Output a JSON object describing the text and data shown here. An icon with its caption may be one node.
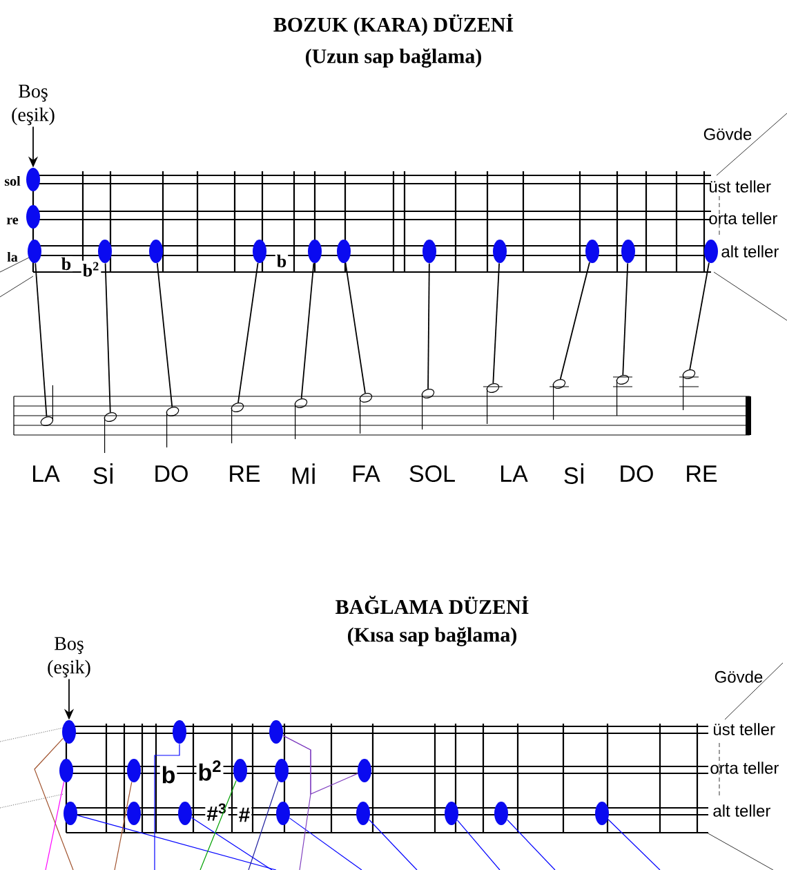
{
  "diagram": {
    "title": "BOZUK (KARA) DÜZENİ",
    "nodes": [
      {
        "text": [
          "Boş (eşik)"
        ]
      },
      {
        "text": [],
        "shape": "circle"
      },
      {
        "text": [],
        "shape": "circle"
      },
      {
        "text": [],
        "shape": "circle"
      },
      {
        "text": [],
        "shape": "circle"
      },
      {
        "text": [],
        "shape": "circle"
      },
      {
        "text": [],
        "shape": "circle"
      },
      {
        "text": [],
        "shape": "circle"
      },
      {
        "text": [],
        "shape": "circle"
      },
      {
        "text": [],
        "shape": "circle"
      },
      {
        "text": [],
        "shape": "circle"
      },
      {
        "text": [],
        "shape": "circle"
      },
      {
        "text": [],
        "shape": "circle"
      },
      {
        "text": [],
        "shape": "circle"
      },
      {
        "text": [],
        "shape": "circle",
        "beside": [
          "LA"
        ]
      },
      {
        "text": [],
        "shape": "circle",
        "beside": [
          "Sİ"
        ]
      },
      {
        "text": [],
        "shape": "circle",
        "beside": [
          "DO"
        ]
      },
      {
        "text": [],
        "shape": "circle",
        "beside": [
          "RE"
        ]
      },
      {
        "text": [],
        "shape": "circle",
        "beside": [
          "Mİ"
        ]
      },
      {
        "text": [],
        "shape": "circle",
        "beside": [
          "FA"
        ]
      },
      {
        "text": [],
        "shape": "circle",
        "beside": [
          "SOL"
        ]
      },
      {
        "text": [],
        "shape": "circle",
        "beside": [
          "LA"
        ]
      },
      {
        "text": [],
        "shape": "circle",
        "beside": [
          "Sİ"
        ]
      },
      {
        "text": [],
        "shape": "circle",
        "beside": [
          "DO"
        ]
      },
      {
        "text": [],
        "shape": "circle",
        "beside": [
          "RE"
        ]
      },
      {
        "text": [
          "Boş (eşik)"
        ]
      },
      {
        "text": [],
        "shape": "circle"
      },
      {
        "text": [],
        "shape": "circle"
      },
      {
        "text": [],
        "shape": "circle"
      },
      {
        "text": [],
        "shape": "circle"
      },
      {
        "text": [],
        "shape": "circle"
      },
      {
        "text": [],
        "shape": "circle"
      },
      {
        "text": [],
        "shape": "circle"
      },
      {
        "text": [],
        "shape": "circle"
      },
      {
        "text": [],
        "shape": "circle"
      },
      {
        "text": [],
        "shape": "circle"
      },
      {
        "text": [],
        "shape": "circle"
      },
      {
        "text": [],
        "shape": "circle"
      },
      {
        "text": [],
        "shape": "circle"
      },
      {
        "text": [],
        "shape": "circle"
      },
      {
        "text": [],
        "shape": "circle"
      },
      {
        "text": [],
        "shape": "circle"
      }
    ],
    "edges": [
      {
        "from": 0,
        "to": 1,
        "arrow": "to"
      },
      {
        "from": 3,
        "to": 14,
        "arrow": "none"
      },
      {
        "from": 4,
        "to": 15,
        "arrow": "none"
      },
      {
        "from": 5,
        "to": 16,
        "arrow": "none"
      },
      {
        "from": 6,
        "to": 17,
        "arrow": "none"
      },
      {
        "from": 7,
        "to": 18,
        "arrow": "none"
      },
      {
        "from": 8,
        "to": 19,
        "arrow": "none"
      },
      {
        "from": 9,
        "to": 20,
        "arrow": "none"
      },
      {
        "from": 10,
        "to": 21,
        "arrow": "none"
      },
      {
        "from": 11,
        "to": 22,
        "arrow": "none"
      },
      {
        "from": 12,
        "to": 23,
        "arrow": "none"
      },
      {
        "from": 13,
        "to": 24,
        "arrow": "none"
      },
      {
        "from": 25,
        "to": 26,
        "arrow": "to"
      },
      {
        "from": 26,
        "to": null,
        "arrow": "none",
        "color": "#a0522d"
      },
      {
        "from": 29,
        "to": null,
        "arrow": "none",
        "color": "#ff00ff"
      },
      {
        "from": 34,
        "to": null,
        "arrow": "none",
        "color": "#0000ff"
      },
      {
        "from": 30,
        "to": null,
        "arrow": "none",
        "color": "#a0522d"
      },
      {
        "from": 27,
        "to": null,
        "arrow": "none",
        "color": "#0000ff"
      },
      {
        "from": 36,
        "to": null,
        "arrow": "none",
        "color": "#0000ff"
      },
      {
        "from": 31,
        "to": null,
        "arrow": "none",
        "color": "#00a000"
      },
      {
        "from": 32,
        "to": null,
        "arrow": "none",
        "color": "#2020a0"
      },
      {
        "from": 37,
        "to": null,
        "arrow": "none",
        "color": "#0000ff"
      },
      {
        "from": 28,
        "to": 33,
        "arrow": "none",
        "color": "#8040c0"
      },
      {
        "from": 28,
        "to": null,
        "arrow": "none",
        "color": "#8040c0"
      },
      {
        "from": 38,
        "to": null,
        "arrow": "none",
        "color": "#0000ff"
      },
      {
        "from": 39,
        "to": null,
        "arrow": "none",
        "color": "#0000ff"
      },
      {
        "from": 40,
        "to": null,
        "arrow": "none",
        "color": "#0000ff"
      },
      {
        "from": 41,
        "to": null,
        "arrow": "none",
        "color": "#0000ff"
      }
    ],
    "labels": [
      "(Uzun sap bağlama)",
      "sol",
      "re",
      "la",
      "b",
      "b$^{2}$",
      "b",
      "Gövde",
      "üst teller",
      "orta teller",
      "alt teller",
      "BAĞLAMA DÜZENİ",
      "(Kısa sap bağlama)",
      "b",
      "b$^{2}$",
      "#$^{3}$",
      "#",
      "Gövde",
      "üst teller",
      "orta teller",
      "alt teller"
    ]
  }
}
